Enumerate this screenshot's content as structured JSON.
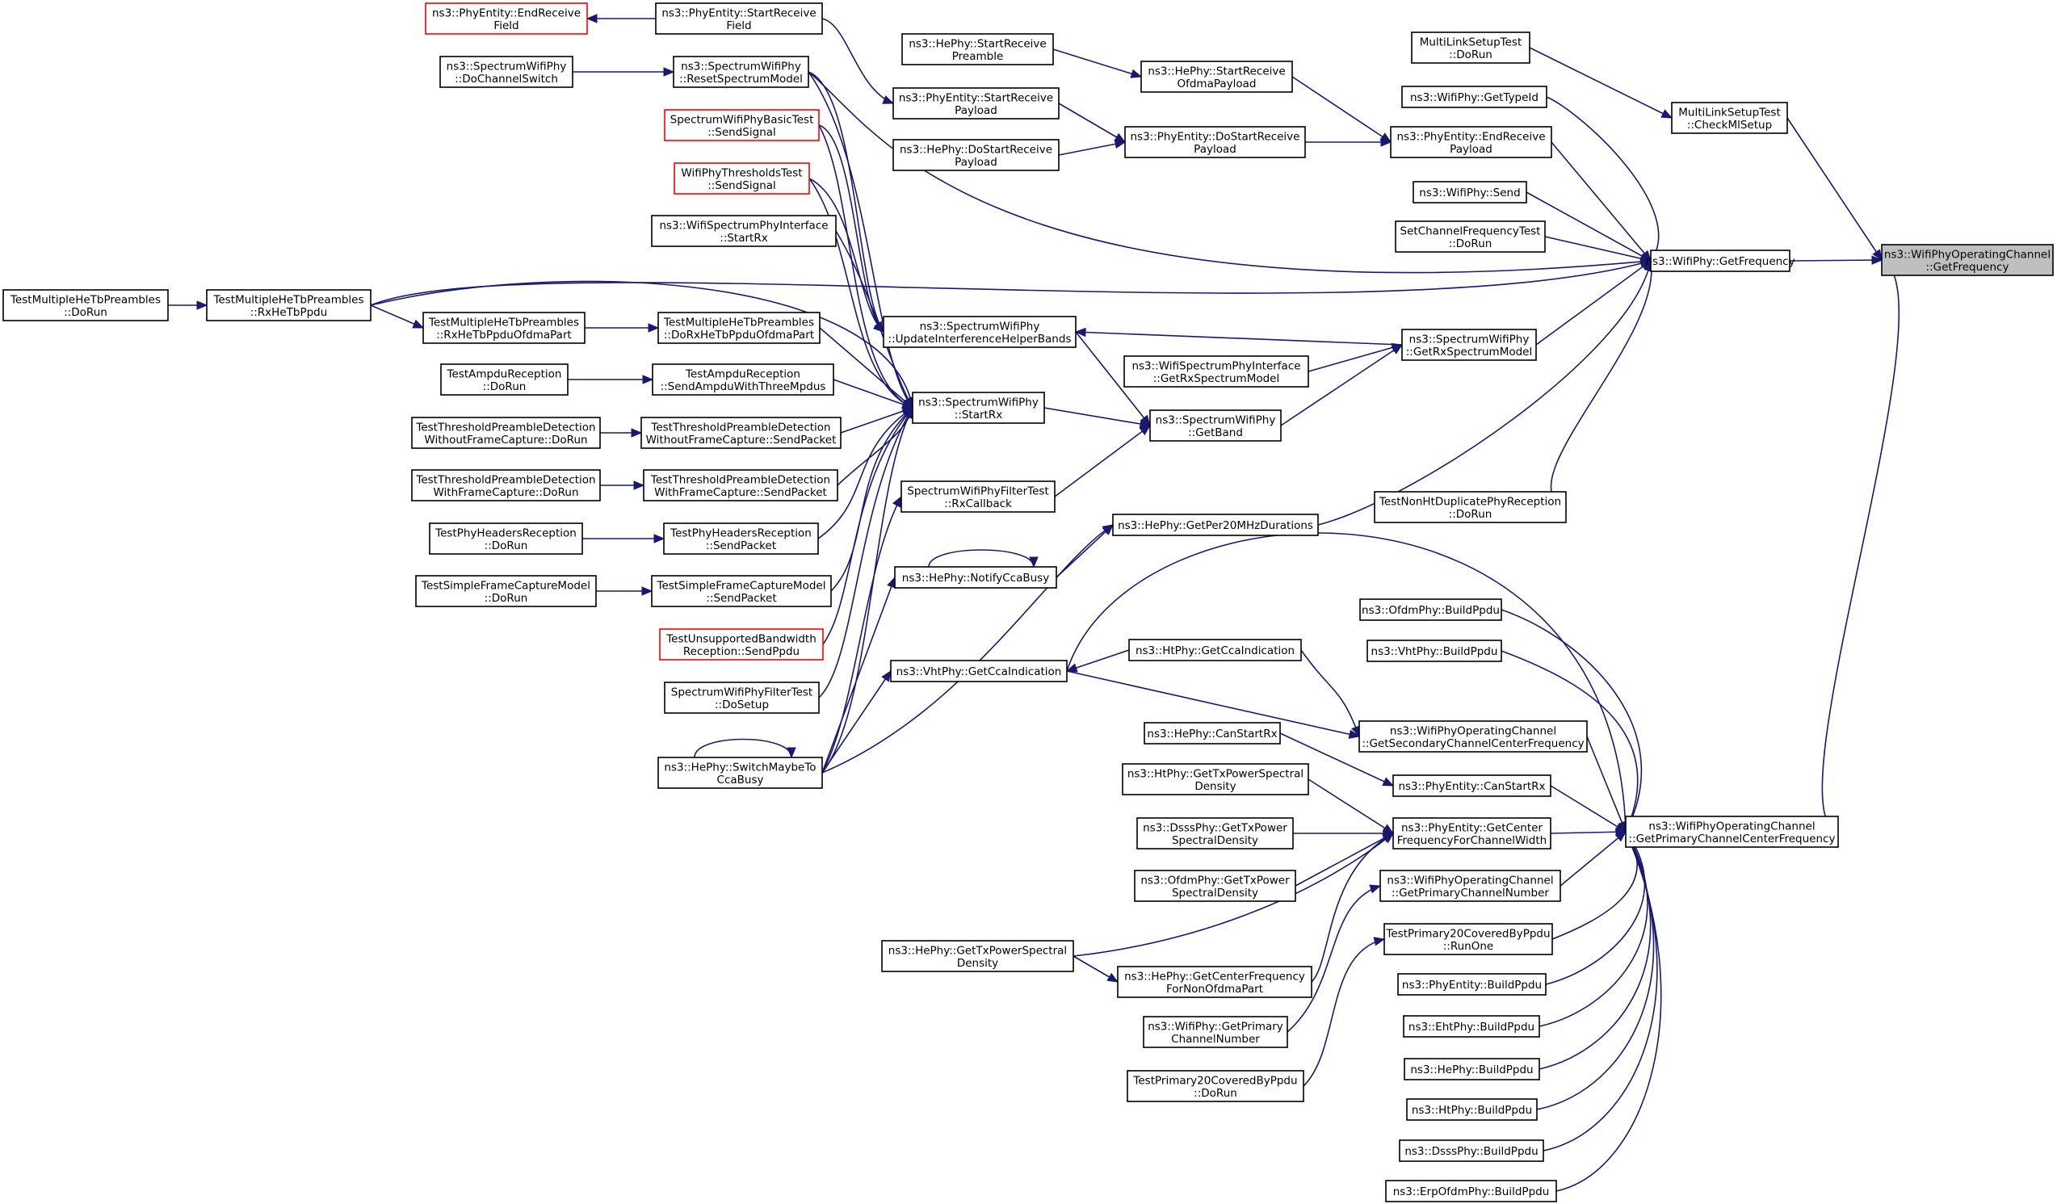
{
  "diagram": {
    "nodes": {
      "root": {
        "lines": [
          "ns3::WifiPhyOperatingChannel",
          "::GetFrequency"
        ],
        "style": "root"
      },
      "wpGetFreq": {
        "lines": [
          "ns3::WifiPhy::GetFrequency"
        ],
        "style": "normal"
      },
      "checkMl": {
        "lines": [
          "MultiLinkSetupTest",
          "::CheckMlSetup"
        ],
        "style": "normal"
      },
      "mlDoRun": {
        "lines": [
          "MultiLinkSetupTest",
          "::DoRun"
        ],
        "style": "normal"
      },
      "getPrimCCF": {
        "lines": [
          "ns3::WifiPhyOperatingChannel",
          "::GetPrimaryChannelCenterFrequency"
        ],
        "style": "normal"
      },
      "getTypeId": {
        "lines": [
          "ns3::WifiPhy::GetTypeId"
        ],
        "style": "normal"
      },
      "endRecvPayload": {
        "lines": [
          "ns3::PhyEntity::EndReceive",
          "Payload"
        ],
        "style": "normal"
      },
      "wifiSend": {
        "lines": [
          "ns3::WifiPhy::Send"
        ],
        "style": "normal"
      },
      "setChanFreq": {
        "lines": [
          "SetChannelFrequencyTest",
          "::DoRun"
        ],
        "style": "normal"
      },
      "getRxSpec": {
        "lines": [
          "ns3::SpectrumWifiPhy",
          "::GetRxSpectrumModel"
        ],
        "style": "normal"
      },
      "nonHtDup": {
        "lines": [
          "TestNonHtDuplicatePhyReception",
          "::DoRun"
        ],
        "style": "normal"
      },
      "heStartRecvOfdma": {
        "lines": [
          "ns3::HePhy::StartReceive",
          "OfdmaPayload"
        ],
        "style": "normal"
      },
      "doStartRecvPayload": {
        "lines": [
          "ns3::PhyEntity::DoStartReceive",
          "Payload"
        ],
        "style": "normal"
      },
      "heStartRecvPre": {
        "lines": [
          "ns3::HePhy::StartReceive",
          "Preamble"
        ],
        "style": "normal"
      },
      "peStartRecvPayload": {
        "lines": [
          "ns3::PhyEntity::StartReceive",
          "Payload"
        ],
        "style": "normal"
      },
      "heDoStartRecvPayload": {
        "lines": [
          "ns3::HePhy::DoStartReceive",
          "Payload"
        ],
        "style": "normal"
      },
      "updInterf": {
        "lines": [
          "ns3::SpectrumWifiPhy",
          "::UpdateInterferenceHelperBands"
        ],
        "style": "normal"
      },
      "ifGetRxSpec": {
        "lines": [
          "ns3::WifiSpectrumPhyInterface",
          "::GetRxSpectrumModel"
        ],
        "style": "normal"
      },
      "getBand": {
        "lines": [
          "ns3::SpectrumWifiPhy",
          "::GetBand"
        ],
        "style": "normal"
      },
      "filterRxCb": {
        "lines": [
          "SpectrumWifiPhyFilterTest",
          "::RxCallback"
        ],
        "style": "normal"
      },
      "getPer20": {
        "lines": [
          "ns3::HePhy::GetPer20MHzDurations"
        ],
        "style": "normal"
      },
      "notifyCca": {
        "lines": [
          "ns3::HePhy::NotifyCcaBusy"
        ],
        "style": "normal"
      },
      "vhtGetCca": {
        "lines": [
          "ns3::VhtPhy::GetCcaIndication"
        ],
        "style": "normal"
      },
      "htGetCca": {
        "lines": [
          "ns3::HtPhy::GetCcaIndication"
        ],
        "style": "normal"
      },
      "getSecCCF": {
        "lines": [
          "ns3::WifiPhyOperatingChannel",
          "::GetSecondaryChannelCenterFrequency"
        ],
        "style": "normal"
      },
      "ofdmBuild": {
        "lines": [
          "ns3::OfdmPhy::BuildPpdu"
        ],
        "style": "normal"
      },
      "vhtBuild": {
        "lines": [
          "ns3::VhtPhy::BuildPpdu"
        ],
        "style": "normal"
      },
      "heCanStartRx": {
        "lines": [
          "ns3::HePhy::CanStartRx"
        ],
        "style": "normal"
      },
      "peCanStartRx": {
        "lines": [
          "ns3::PhyEntity::CanStartRx"
        ],
        "style": "normal"
      },
      "htTxPsd": {
        "lines": [
          "ns3::HtPhy::GetTxPowerSpectral",
          "Density"
        ],
        "style": "normal"
      },
      "peGetCFCW": {
        "lines": [
          "ns3::PhyEntity::GetCenter",
          "FrequencyForChannelWidth"
        ],
        "style": "normal"
      },
      "dsssTxPsd": {
        "lines": [
          "ns3::DsssPhy::GetTxPower",
          "SpectralDensity"
        ],
        "style": "normal"
      },
      "ofdmTxPsd": {
        "lines": [
          "ns3::OfdmPhy::GetTxPower",
          "SpectralDensity"
        ],
        "style": "normal"
      },
      "opGetPrimNum": {
        "lines": [
          "ns3::WifiPhyOperatingChannel",
          "::GetPrimaryChannelNumber"
        ],
        "style": "normal"
      },
      "heTxPsd": {
        "lines": [
          "ns3::HePhy::GetTxPowerSpectral",
          "Density"
        ],
        "style": "normal"
      },
      "heGetCFNonOfdma": {
        "lines": [
          "ns3::HePhy::GetCenterFrequency",
          "ForNonOfdmaPart"
        ],
        "style": "normal"
      },
      "tp20RunOne": {
        "lines": [
          "TestPrimary20CoveredByPpdu",
          "::RunOne"
        ],
        "style": "normal"
      },
      "wpGetPrimNum": {
        "lines": [
          "ns3::WifiPhy::GetPrimary",
          "ChannelNumber"
        ],
        "style": "normal"
      },
      "tp20DoRun": {
        "lines": [
          "TestPrimary20CoveredByPpdu",
          "::DoRun"
        ],
        "style": "normal"
      },
      "peBuild": {
        "lines": [
          "ns3::PhyEntity::BuildPpdu"
        ],
        "style": "normal"
      },
      "ehtBuild": {
        "lines": [
          "ns3::EhtPhy::BuildPpdu"
        ],
        "style": "normal"
      },
      "heBuild": {
        "lines": [
          "ns3::HePhy::BuildPpdu"
        ],
        "style": "normal"
      },
      "htBuild": {
        "lines": [
          "ns3::HtPhy::BuildPpdu"
        ],
        "style": "normal"
      },
      "dsssBuild": {
        "lines": [
          "ns3::DsssPhy::BuildPpdu"
        ],
        "style": "normal"
      },
      "erpBuild": {
        "lines": [
          "ns3::ErpOfdmPhy::BuildPpdu"
        ],
        "style": "normal"
      },
      "peEndRecvField": {
        "lines": [
          "ns3::PhyEntity::EndReceive",
          "Field"
        ],
        "style": "red"
      },
      "peStartRecvField": {
        "lines": [
          "ns3::PhyEntity::StartReceive",
          "Field"
        ],
        "style": "normal"
      },
      "doChanSwitch": {
        "lines": [
          "ns3::SpectrumWifiPhy",
          "::DoChannelSwitch"
        ],
        "style": "normal"
      },
      "resetSpec": {
        "lines": [
          "ns3::SpectrumWifiPhy",
          "::ResetSpectrumModel"
        ],
        "style": "normal"
      },
      "basicSend": {
        "lines": [
          "SpectrumWifiPhyBasicTest",
          "::SendSignal"
        ],
        "style": "red"
      },
      "threshSend": {
        "lines": [
          "WifiPhyThresholdsTest",
          "::SendSignal"
        ],
        "style": "red"
      },
      "ifStartRx": {
        "lines": [
          "ns3::WifiSpectrumPhyInterface",
          "::StartRx"
        ],
        "style": "normal"
      },
      "startRx": {
        "lines": [
          "ns3::SpectrumWifiPhy",
          "::StartRx"
        ],
        "style": "normal"
      },
      "mhtDoRx": {
        "lines": [
          "TestMultipleHeTbPreambles",
          "::DoRxHeTbPpduOfdmaPart"
        ],
        "style": "normal"
      },
      "mhtRxOfdma": {
        "lines": [
          "TestMultipleHeTbPreambles",
          "::RxHeTbPpduOfdmaPart"
        ],
        "style": "normal"
      },
      "mhtRx": {
        "lines": [
          "TestMultipleHeTbPreambles",
          "::RxHeTbPpdu"
        ],
        "style": "normal"
      },
      "mhtDoRun": {
        "lines": [
          "TestMultipleHeTbPreambles",
          "::DoRun"
        ],
        "style": "normal"
      },
      "ampduDoRun": {
        "lines": [
          "TestAmpduReception",
          "::DoRun"
        ],
        "style": "normal"
      },
      "ampduSend": {
        "lines": [
          "TestAmpduReception",
          "::SendAmpduWithThreeMpdus"
        ],
        "style": "normal"
      },
      "tpdNoFcDoRun": {
        "lines": [
          "TestThresholdPreambleDetection",
          "WithoutFrameCapture::DoRun"
        ],
        "style": "normal"
      },
      "tpdNoFcSend": {
        "lines": [
          "TestThresholdPreambleDetection",
          "WithoutFrameCapture::SendPacket"
        ],
        "style": "normal"
      },
      "tpdFcDoRun": {
        "lines": [
          "TestThresholdPreambleDetection",
          "WithFrameCapture::DoRun"
        ],
        "style": "normal"
      },
      "tpdFcSend": {
        "lines": [
          "TestThresholdPreambleDetection",
          "WithFrameCapture::SendPacket"
        ],
        "style": "normal"
      },
      "phrDoRun": {
        "lines": [
          "TestPhyHeadersReception",
          "::DoRun"
        ],
        "style": "normal"
      },
      "phrSend": {
        "lines": [
          "TestPhyHeadersReception",
          "::SendPacket"
        ],
        "style": "normal"
      },
      "sfcDoRun": {
        "lines": [
          "TestSimpleFrameCaptureModel",
          "::DoRun"
        ],
        "style": "normal"
      },
      "sfcSend": {
        "lines": [
          "TestSimpleFrameCaptureModel",
          "::SendPacket"
        ],
        "style": "normal"
      },
      "unsupSend": {
        "lines": [
          "TestUnsupportedBandwidth",
          "Reception::SendPpdu"
        ],
        "style": "red"
      },
      "filterSetup": {
        "lines": [
          "SpectrumWifiPhyFilterTest",
          "::DoSetup"
        ],
        "style": "normal"
      },
      "switchCca": {
        "lines": [
          "ns3::HePhy::SwitchMaybeTo",
          "CcaBusy"
        ],
        "style": "normal"
      }
    }
  }
}
